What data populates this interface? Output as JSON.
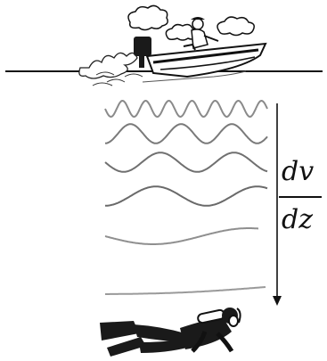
{
  "formula": {
    "numerator": "dv",
    "denominator": "dz"
  },
  "waves": [
    {
      "name": "wave-1",
      "cycles": 7,
      "amplitude": 0.9,
      "gray": "#8a8a8a"
    },
    {
      "name": "wave-2",
      "cycles": 3.2,
      "amplitude": 0.9,
      "gray": "#7a7a7a"
    },
    {
      "name": "wave-3",
      "cycles": 2.2,
      "amplitude": 0.9,
      "gray": "#707070"
    },
    {
      "name": "wave-4",
      "cycles": 1.6,
      "amplitude": 0.9,
      "gray": "#6a6a6a"
    },
    {
      "name": "wave-5",
      "cycles": 0.8,
      "amplitude": 0.9,
      "gray": "#8f8f8f"
    },
    {
      "name": "wave-6",
      "cycles": 0.3,
      "amplitude": 0.9,
      "gray": "#9a9a9a"
    }
  ],
  "icons": {
    "boat": "motorboat-icon",
    "diver": "scuba-diver-icon",
    "cloud": "cloud-icon",
    "arrow": "down-arrow-icon"
  }
}
